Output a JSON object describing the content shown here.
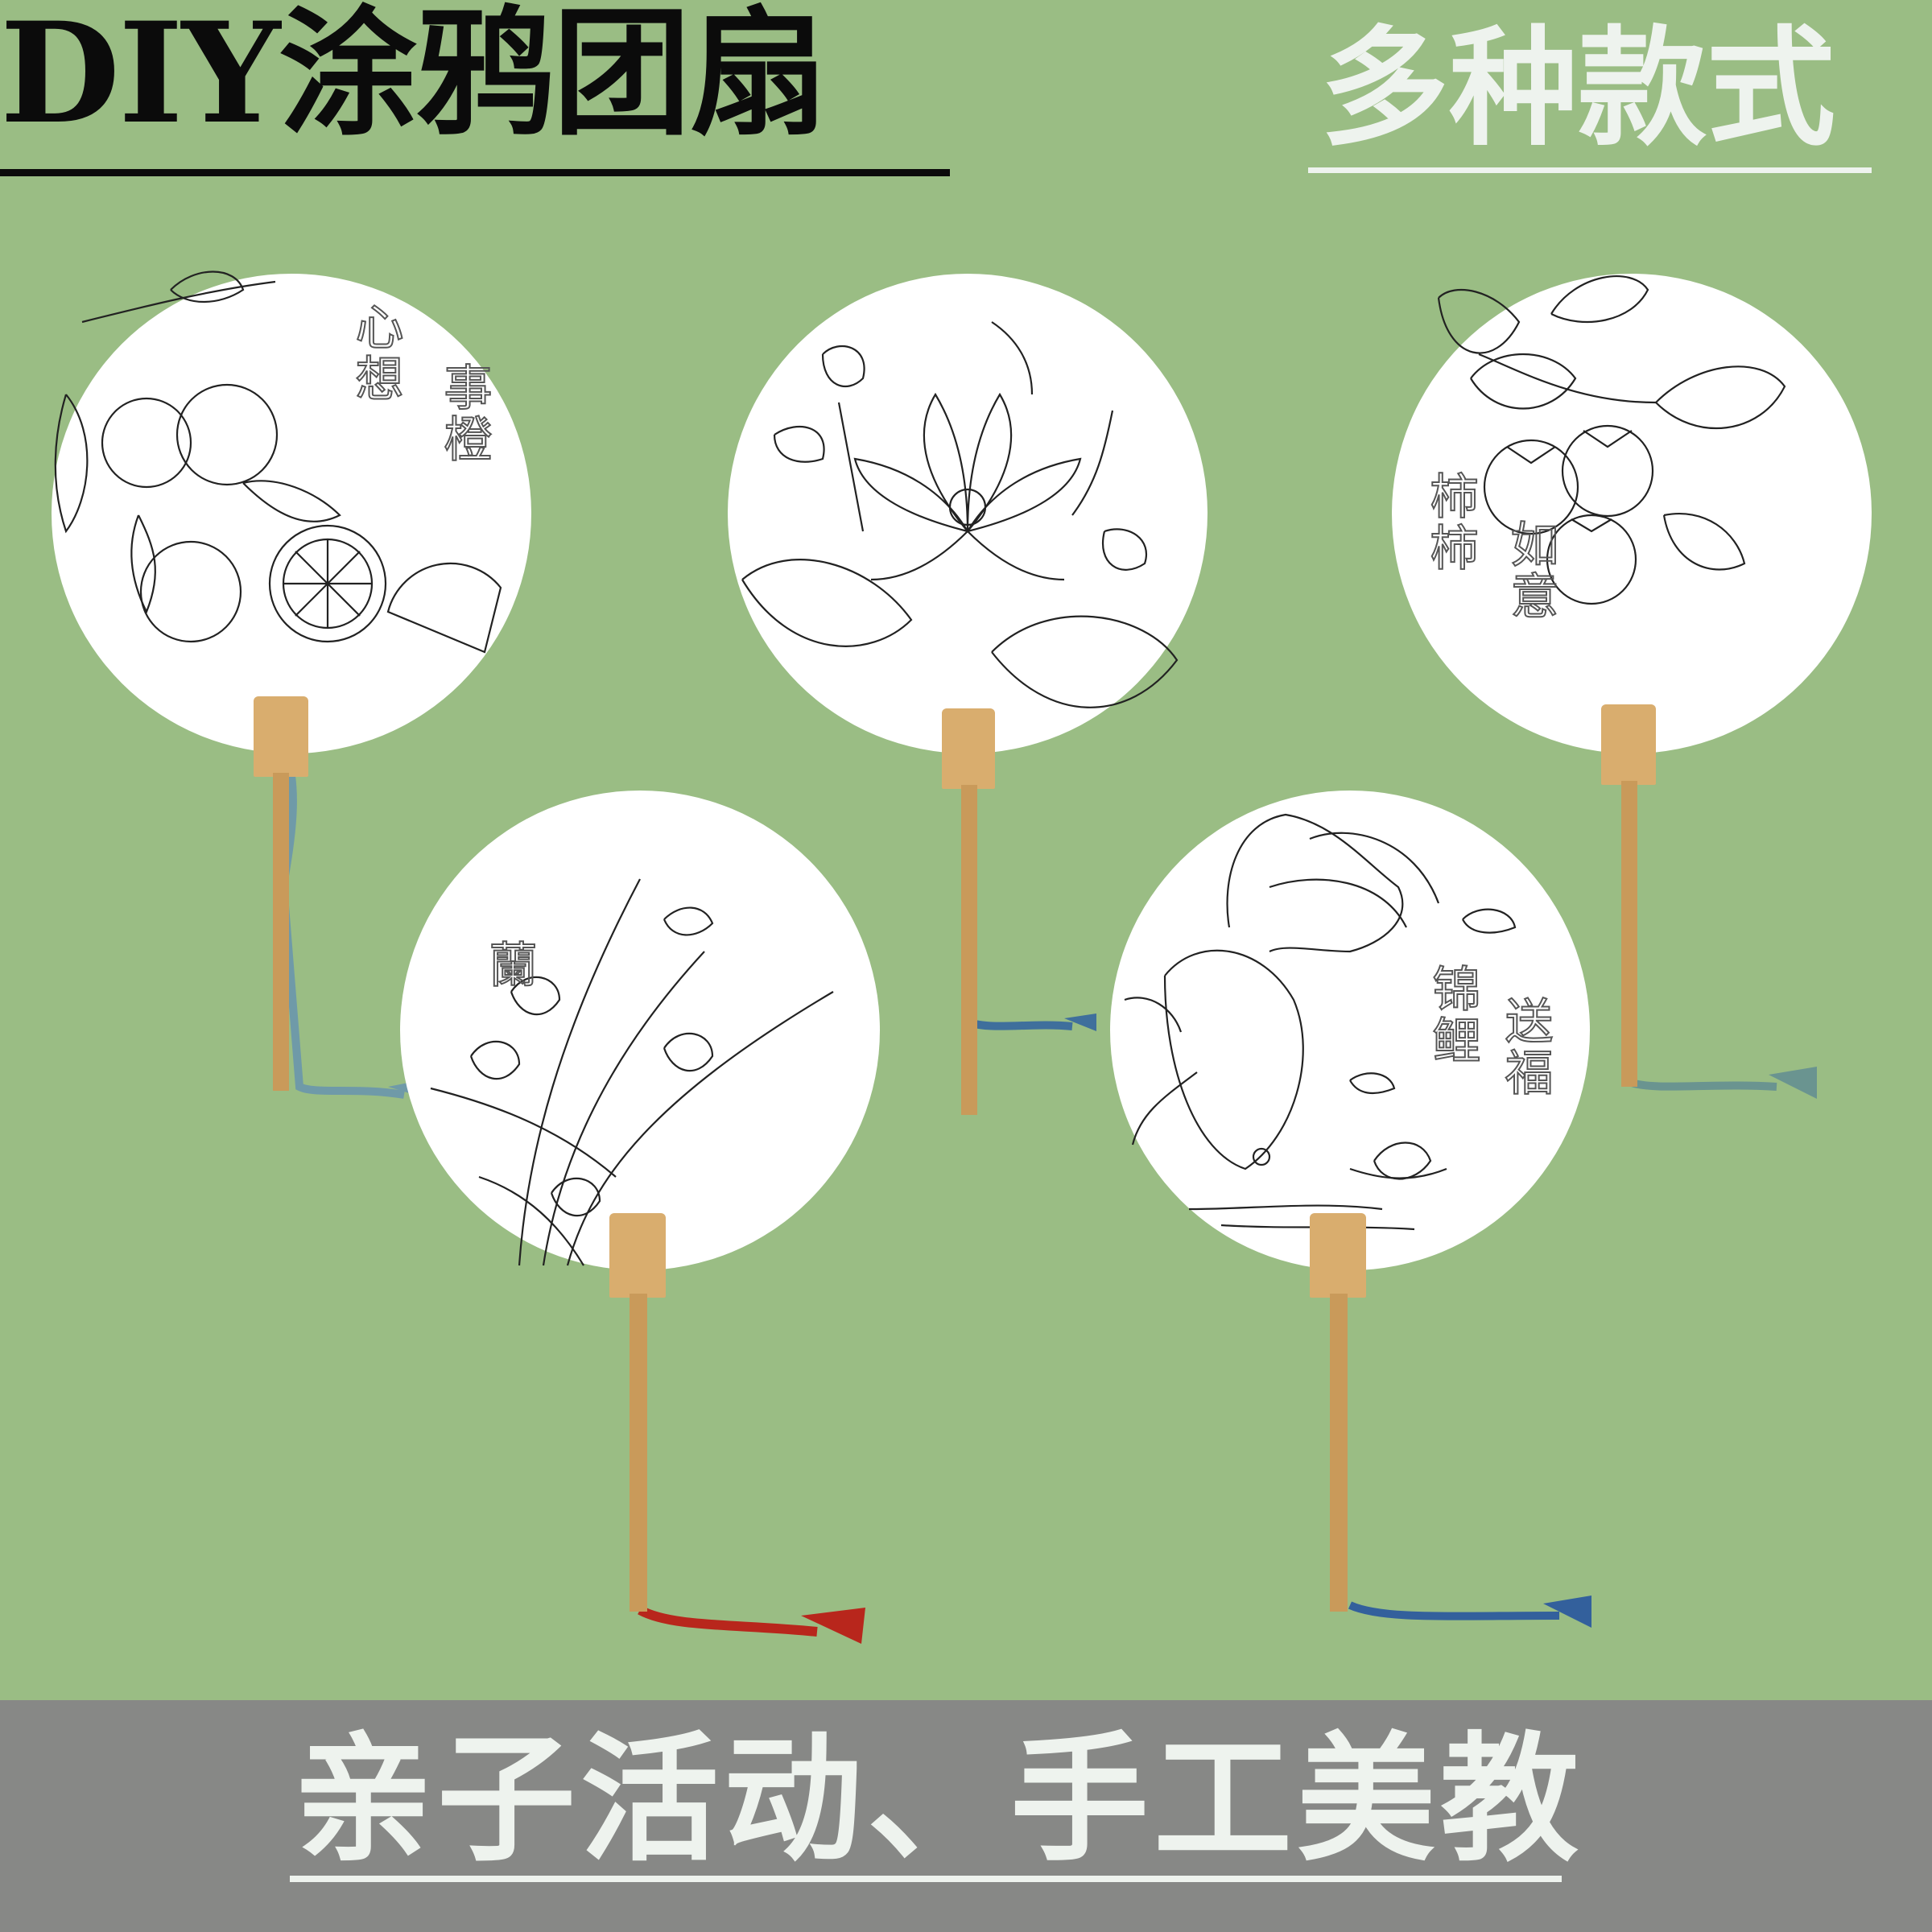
{
  "header": {
    "title": "DIY涂鸦团扇",
    "side_title": "多种款式"
  },
  "footer": {
    "slogan": "亲子活动、手工美教"
  },
  "fans": [
    {
      "name": "oranges",
      "inscription_1": "心想",
      "inscription_2": "事橙",
      "tassel_color": "#6f9aa8"
    },
    {
      "name": "lotus",
      "tassel_color": "#3f6f9c"
    },
    {
      "name": "persimmons",
      "inscription_1": "柿柿",
      "inscription_2": "如意",
      "tassel_color": "#6a9490"
    },
    {
      "name": "orchid",
      "inscription_1": "蘭",
      "tassel_color": "#b8261c"
    },
    {
      "name": "koi",
      "inscription_1": "锦鲤",
      "inscription_2": "送福",
      "tassel_color": "#33609c"
    }
  ],
  "colors": {
    "background": "#9abd84",
    "bamboo": "#d9ad6e",
    "band": "#878886"
  }
}
